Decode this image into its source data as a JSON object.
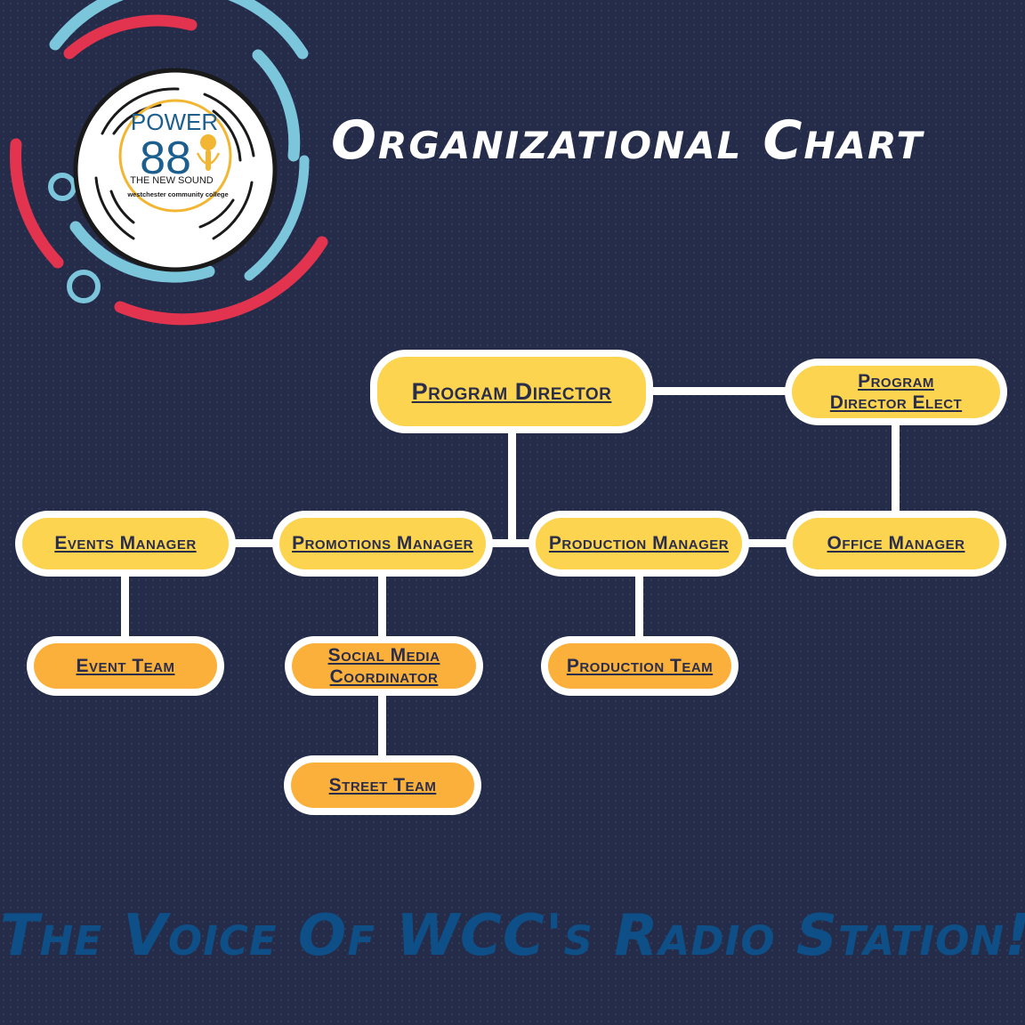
{
  "logo": {
    "brand_top": "POWER",
    "brand_num": "88",
    "brand_sub": "THE NEW SOUND",
    "brand_college": "westchester community college",
    "colors": {
      "ring_blue": "#7cc6dc",
      "ring_red": "#e2334f",
      "gold": "#f2b632",
      "teal": "#1c5f8e"
    }
  },
  "title": "Organizational Chart",
  "chart": {
    "program_director": "Program Director",
    "program_director_elect": [
      "Program",
      "Director Elect"
    ],
    "events_manager": "Events Manager",
    "promotions_manager": "Promotions Manager",
    "production_manager": "Production Manager",
    "office_manager": "Office Manager",
    "event_team": "Event Team",
    "social_media_coordinator": [
      "Social Media",
      "Coordinator"
    ],
    "production_team": "Production Team",
    "street_team": "Street Team"
  },
  "tagline": "The Voice Of WCC's Radio Station!",
  "colors": {
    "background": "#242c4a",
    "manager_fill": "#fcd44f",
    "team_fill": "#fbb03b",
    "text": "#2b2e4a",
    "tagline": "#0d4f86"
  }
}
